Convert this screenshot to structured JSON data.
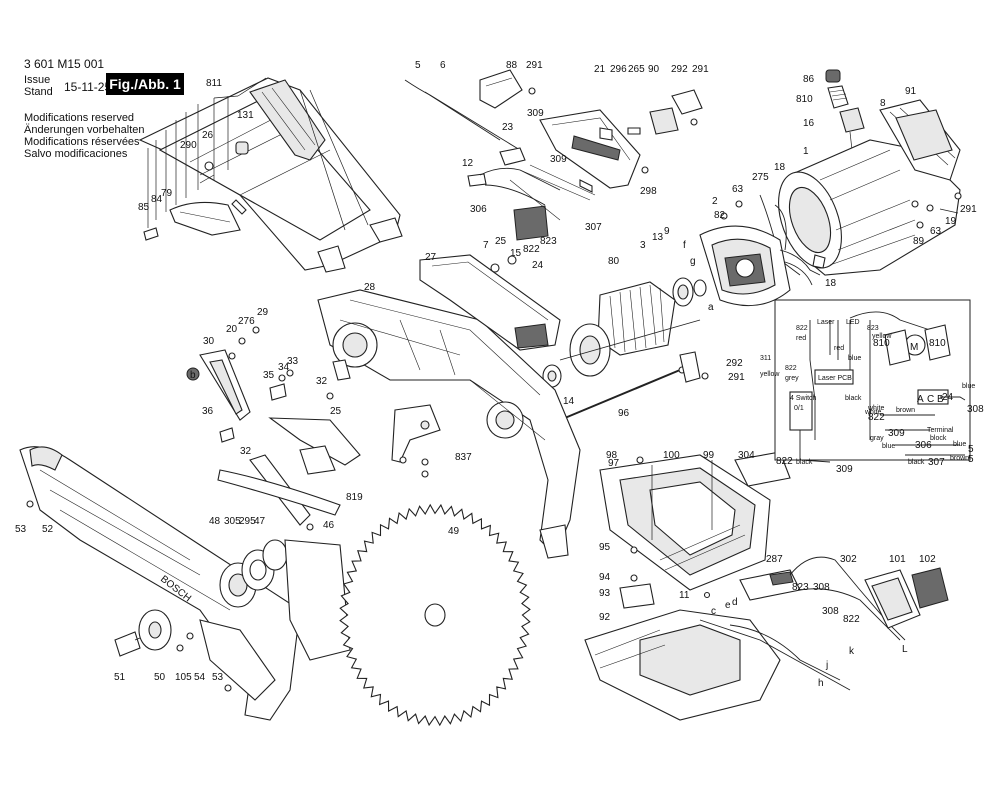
{
  "header": {
    "doc_number": "3 601 M15 001",
    "issue_label": "Issue",
    "stand_label": "Stand",
    "issue_date": "15-11-25",
    "fig_label": "Fig./Abb. 1"
  },
  "modifications": [
    "Modifications reserved",
    "Änderungen vorbehalten",
    "Modifications réservées",
    "Salvo modificaciones"
  ],
  "brand_on_guard": "BOSCH",
  "callouts": {
    "c5": "5",
    "c6": "6",
    "c88": "88",
    "c291a": "291",
    "c21": "21",
    "c296": "296",
    "c265": "265",
    "c90": "90",
    "c292a": "292",
    "c291b": "291",
    "c86": "86",
    "c91": "91",
    "c810": "810",
    "c8": "8",
    "c16": "16",
    "c811": "811",
    "c131": "131",
    "c26": "26",
    "c290": "290",
    "c79": "79",
    "c84": "84",
    "c85": "85",
    "c309a": "309",
    "c23": "23",
    "c309b": "309",
    "c12": "12",
    "c306": "306",
    "c823": "823",
    "c307": "307",
    "c822": "822",
    "c24": "24",
    "c298": "298",
    "c275": "275",
    "c18a": "18",
    "c1": "1",
    "c291c": "291",
    "c63a": "63",
    "c82": "82",
    "c2": "2",
    "c89": "89",
    "c63b": "63",
    "c19": "19",
    "c7": "7",
    "c25a": "25",
    "c15": "15",
    "c3": "3",
    "c13": "13",
    "c9": "9",
    "c27": "27",
    "c80": "80",
    "c18b": "18",
    "c28": "28",
    "c29": "29",
    "c276": "276",
    "c20": "20",
    "c30": "30",
    "c34": "34",
    "c33": "33",
    "c35": "35",
    "c32a": "32",
    "c25b": "25",
    "c14": "14",
    "c292b": "292",
    "c291d": "291",
    "c96": "96",
    "c36": "36",
    "c837": "837",
    "c32b": "32",
    "c819": "819",
    "c53a": "53",
    "c52": "52",
    "c48": "48",
    "c305": "305",
    "c295": "295",
    "c47": "47",
    "c46": "46",
    "c49": "49",
    "c98": "98",
    "c97": "97",
    "c100": "100",
    "c99": "99",
    "c304": "304",
    "c95": "95",
    "c94": "94",
    "c93": "93",
    "c11": "11",
    "c92": "92",
    "c287": "287",
    "c302": "302",
    "c101": "101",
    "c102": "102",
    "c308a": "308",
    "c823b": "823",
    "c308b": "308",
    "c822b": "822",
    "c51": "51",
    "c50": "50",
    "c105": "105",
    "c54": "54",
    "c53b": "53"
  },
  "letters": {
    "b": "b",
    "a": "a",
    "e": "e",
    "d": "d",
    "f": "f",
    "g": "g",
    "h": "h",
    "j": "j",
    "k": "k",
    "L": "L",
    "c_lbl": "c"
  },
  "wiring": {
    "motor": "M",
    "laser": "Laser",
    "led": "LED",
    "laser_pcb": "Laser PCB",
    "switch": "4 Switch",
    "switch_01": "0/1",
    "term_a": "A",
    "term_c": "C",
    "term_b": "B",
    "n822_left": "822",
    "n822_red": "red",
    "n823": "823",
    "n823_yellow": "yellow",
    "n810a": "810",
    "n810b": "810",
    "n24": "24",
    "n308": "308",
    "n311": "311",
    "n311_color": "yellow",
    "n822_grey": "822",
    "n822_grey_color": "grey",
    "n822w": "822",
    "n822w_color": "white",
    "n309": "309",
    "n309b": "309",
    "n306": "306",
    "n307": "307",
    "n822_black": "822",
    "n822_black_color": "black",
    "n5": "5",
    "n5b": "5",
    "wire_white": "white",
    "wire_brown": "brown",
    "wire_blue": "blue",
    "wire_brown2": "brown",
    "wire_gray": "gray",
    "wire_black": "black",
    "wire_black2": "black",
    "wire_blue2": "blue",
    "wire_red": "red",
    "wire_blue3": "blue",
    "wire_blue4": "blue",
    "terminal_block_1": "Terminal",
    "terminal_block_2": "block"
  }
}
